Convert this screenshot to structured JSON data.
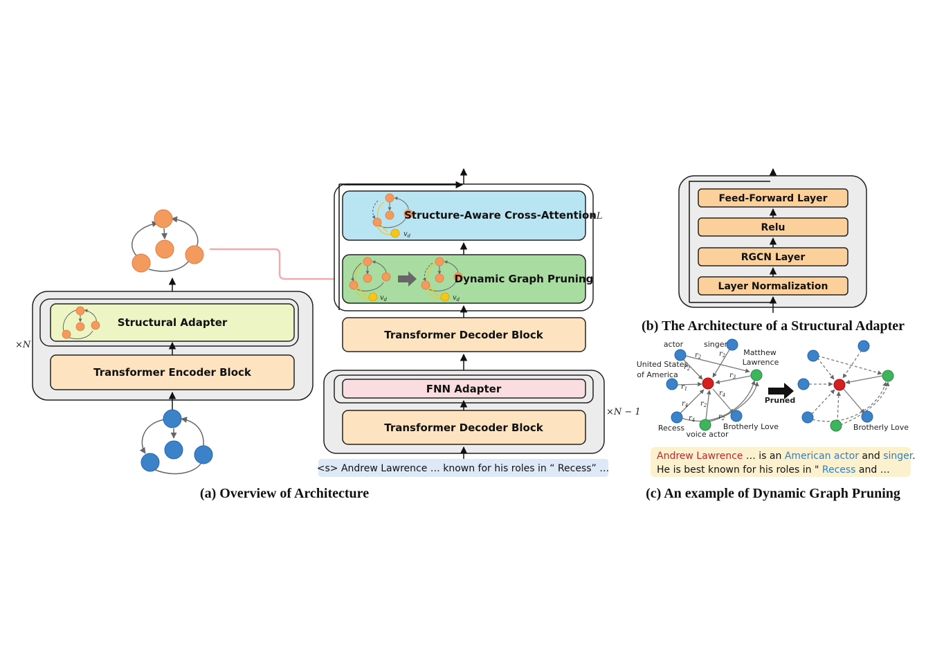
{
  "panel_a": {
    "caption": "(a) Overview of Architecture",
    "encoder": {
      "structural_adapter": "Structural Adapter",
      "transformer_encoder_block": "Transformer Encoder Block",
      "repeat": "×N"
    },
    "decoder": {
      "cross_attention": "Structure-Aware Cross-Attention",
      "graph_pruning": "Dynamic Graph Pruning",
      "transformer_decoder_block_top": "Transformer Decoder Block",
      "fnn_adapter": "FNN Adapter",
      "transformer_decoder_block_bottom": "Transformer Decoder Block",
      "repeat_top": "×L",
      "repeat_bottom": "×N − 1",
      "vd_label": "v",
      "vd_sub": "d"
    },
    "input_sequence": "<s> Andrew Lawrence …  known for his roles in “ Recess” …"
  },
  "panel_b": {
    "caption": "(b) The Architecture of a Structural Adapter",
    "layers": [
      "Feed-Forward Layer",
      "Relu",
      "RGCN Layer",
      "Layer Normalization"
    ]
  },
  "panel_c": {
    "caption": "(c) An example of Dynamic Graph Pruning",
    "pruned_label": "Pruned",
    "node_labels": {
      "actor": "actor",
      "singer": "singer",
      "matthew_lawrence": [
        "Matthew",
        "Lawrence"
      ],
      "united_states": [
        "United States",
        "of America"
      ],
      "recess": "Recess",
      "voice_actor": "voice actor",
      "brotherly_love": "Brotherly Love",
      "brotherly_love_right": "Brotherly Love"
    },
    "relations": [
      "r",
      "2",
      "r",
      "2",
      "r",
      "2",
      "r",
      "1",
      "r",
      "3",
      "r",
      "4",
      "r",
      "2",
      "r",
      "4",
      "r",
      "4",
      "r",
      "2"
    ],
    "sentence": {
      "line1": [
        "Andrew Lawrence",
        " … is an ",
        "American actor",
        " and ",
        "singer",
        "."
      ],
      "line2": [
        "He is best known for his roles in \" ",
        "Recess",
        "  and …"
      ]
    }
  },
  "colors": {
    "orange_node": "#f39a5f",
    "blue_node": "#3b82c9",
    "green_node": "#3cb55d",
    "red_node": "#d42020",
    "yellow_node": "#f5c518",
    "peach_box": "#fde3c0",
    "lime_box": "#eef5c4",
    "cyan_box": "#b9e4f2",
    "green_box": "#a8dca0",
    "pink_box": "#fadde0",
    "gray_container": "#ececec",
    "input_bg": "#dde9f6",
    "sentence_bg": "#fcf1cf",
    "red_text": "#c0272d",
    "blue_text": "#2f7fc3"
  }
}
